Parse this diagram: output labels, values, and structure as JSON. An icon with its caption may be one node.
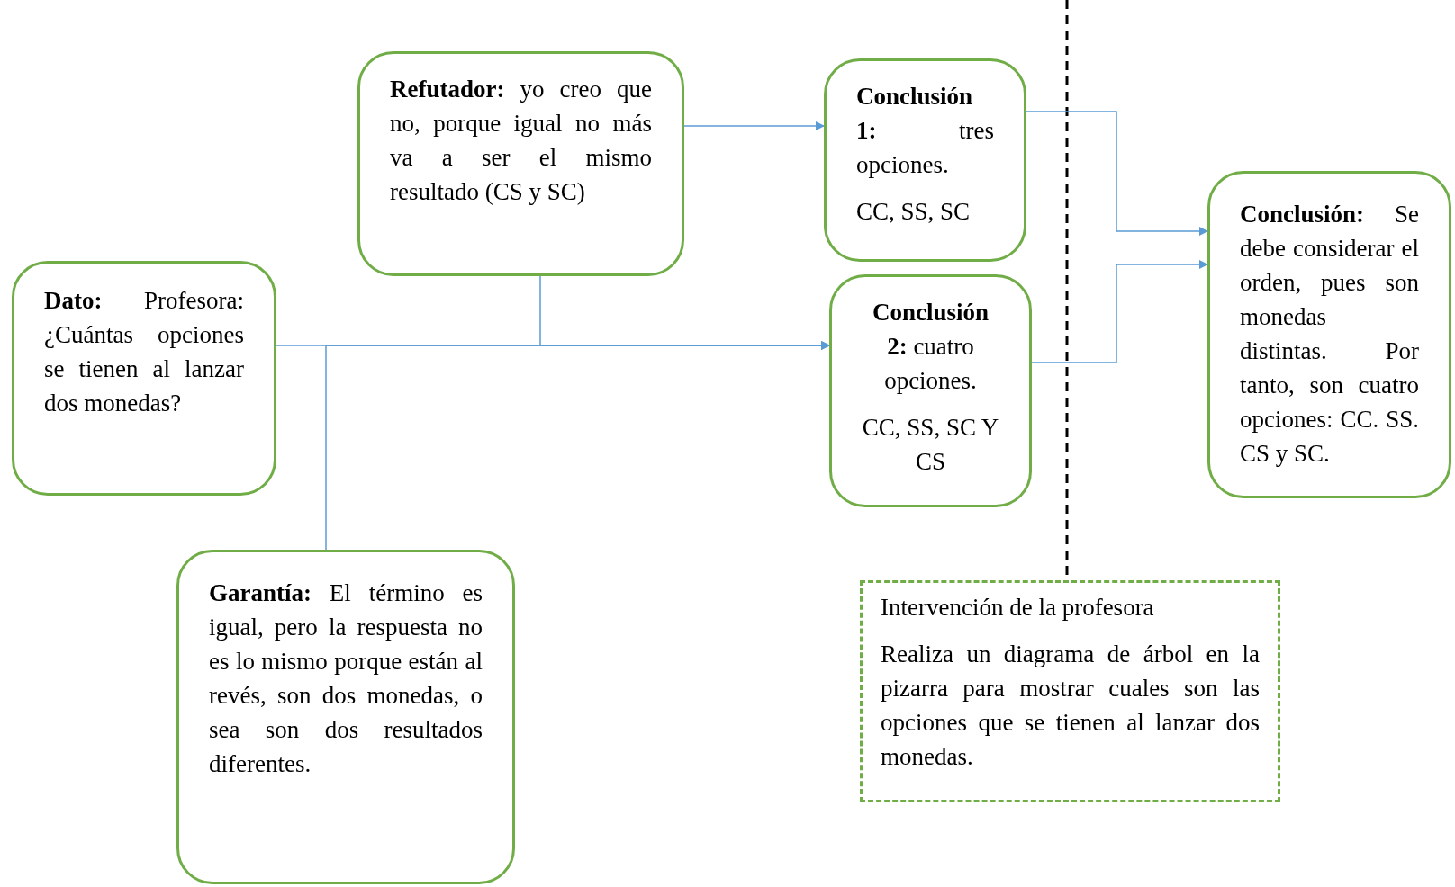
{
  "diagram": {
    "nodes": [
      {
        "text": [
          "**Dato:** Profesora: ¿Cuántas opciones se tienen al lanzar dos monedas?"
        ]
      },
      {
        "text": [
          "**Refutador:** yo creo que no, porque igual no más va a ser el mismo resultado (CS y SC)"
        ]
      },
      {
        "text": [
          "**Garantía:** El término es igual, pero la respuesta no es lo mismo porque están al revés, son dos monedas, o sea son dos resultados diferentes."
        ]
      },
      {
        "text": [
          "**Conclusión 1:** tres opciones.",
          "CC, SS, SC"
        ]
      },
      {
        "text": [
          "**Conclusión 2:** cuatro opciones.",
          "CC, SS, SC Y CS"
        ]
      },
      {
        "text": [
          "**Conclusión:** Se debe considerar el orden, pues son monedas distintas. Por tanto, son cuatro opciones: CC. SS. CS y SC."
        ]
      },
      {
        "text": [
          "Intervención de la profesora",
          "Realiza un diagrama de árbol en la pizarra para mostrar cuales son las opciones que se tienen al lanzar dos monedas."
        ]
      }
    ],
    "edges": [
      {
        "from": 0,
        "to": 4,
        "arrow": "to"
      },
      {
        "from": 1,
        "to": 4,
        "arrow": "to"
      },
      {
        "from": 2,
        "to": 4,
        "arrow": "to"
      },
      {
        "from": 1,
        "to": 3,
        "arrow": "to"
      },
      {
        "from": 3,
        "to": 5,
        "arrow": "to"
      },
      {
        "from": 4,
        "to": 5,
        "arrow": "to"
      }
    ]
  }
}
